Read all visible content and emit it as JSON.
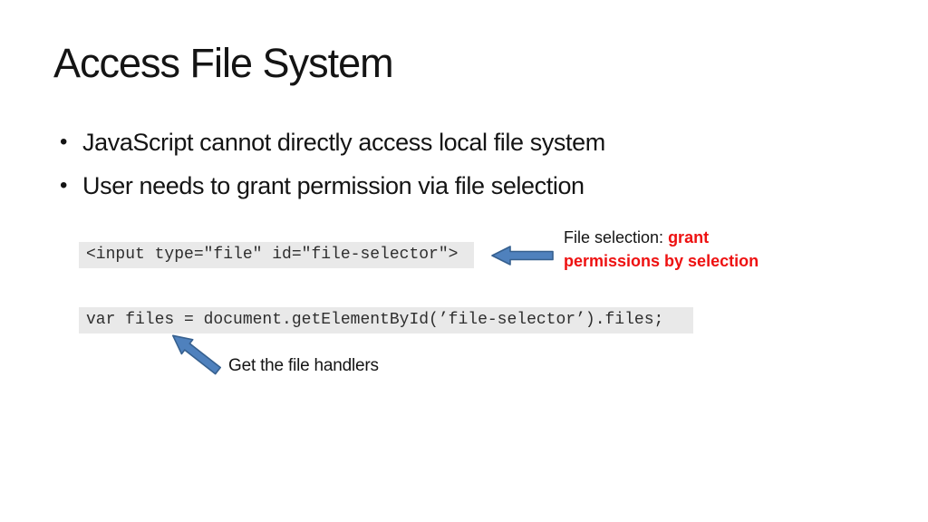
{
  "slide": {
    "title": "Access File System",
    "bullets": [
      "JavaScript cannot directly access local file system",
      "User needs to grant permission via file selection"
    ],
    "code_snippets": [
      {
        "code": "<input type=\"file\" id=\"file-selector\">"
      },
      {
        "code": "var files = document.getElementById(’file-selector’).files;"
      }
    ],
    "callout": {
      "prefix": "File selection: ",
      "highlight": "grant permissions by selection"
    },
    "handler_label": "Get the file handlers",
    "icons": {
      "left_arrow": "left-block-arrow",
      "diagonal_arrow": "up-left-block-arrow"
    },
    "colors": {
      "highlight_red": "#ee1111",
      "arrow_fill": "#4f81bd",
      "arrow_border": "#36608f",
      "code_background": "#e9e9e9",
      "text": "#141414"
    }
  }
}
